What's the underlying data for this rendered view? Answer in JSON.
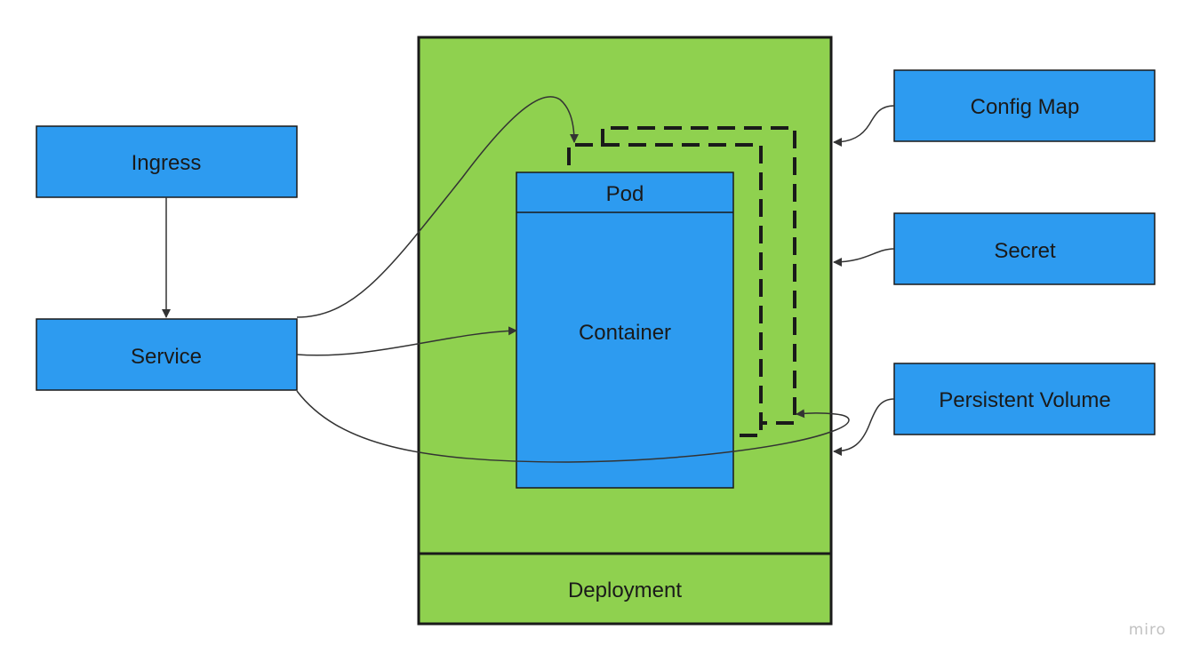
{
  "nodes": {
    "ingress": "Ingress",
    "service": "Service",
    "pod": "Pod",
    "container": "Container",
    "deployment": "Deployment",
    "config_map": "Config Map",
    "secret": "Secret",
    "persistent_volume": "Persistent Volume"
  },
  "watermark": "miro",
  "colors": {
    "blue": "#2d9bf0",
    "green": "#8fd14f",
    "stroke": "#1a1a1a",
    "connector": "#333333"
  }
}
